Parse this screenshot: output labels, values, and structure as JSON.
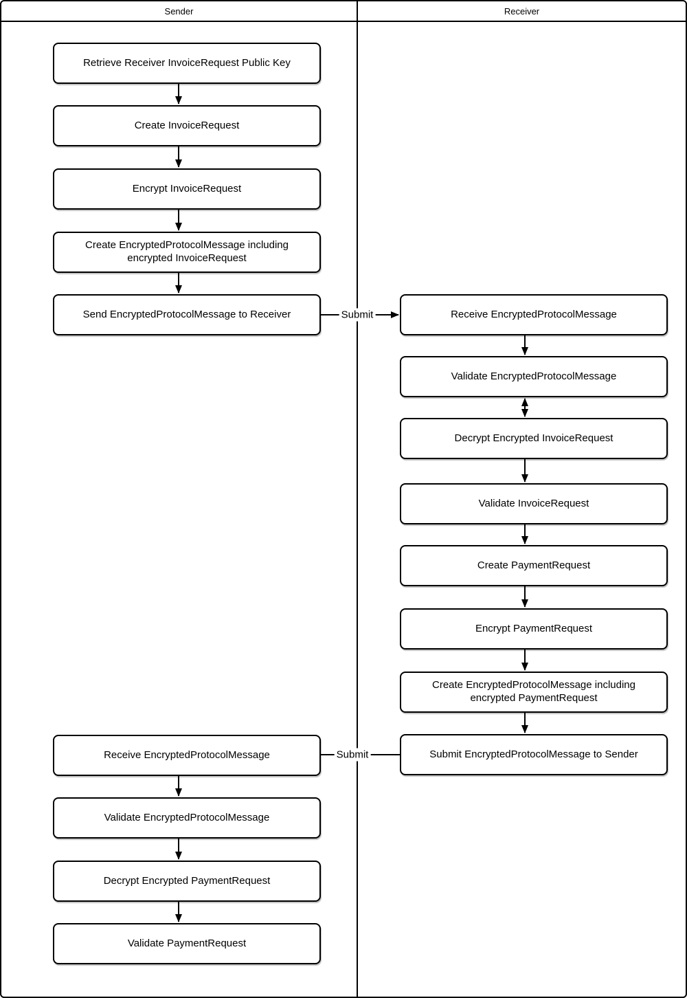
{
  "lanes": {
    "sender": "Sender",
    "receiver": "Receiver"
  },
  "nodes": {
    "sender": [
      {
        "id": "retrieve-receiver-public-key",
        "label": "Retrieve Receiver InvoiceRequest Public Key"
      },
      {
        "id": "create-invoicerequest",
        "label": "Create InvoiceRequest"
      },
      {
        "id": "encrypt-invoicerequest",
        "label": "Encrypt InvoiceRequest"
      },
      {
        "id": "create-epm-invoicerequest",
        "label": "Create EncryptedProtocolMessage including encrypted InvoiceRequest"
      },
      {
        "id": "send-epm-to-receiver",
        "label": "Send EncryptedProtocolMessage to Receiver"
      },
      {
        "id": "receive-epm",
        "label": "Receive EncryptedProtocolMessage"
      },
      {
        "id": "validate-epm",
        "label": "Validate EncryptedProtocolMessage"
      },
      {
        "id": "decrypt-encrypted-paymentrequest",
        "label": "Decrypt Encrypted PaymentRequest"
      },
      {
        "id": "validate-paymentrequest",
        "label": "Validate PaymentRequest"
      }
    ],
    "receiver": [
      {
        "id": "receive-epm",
        "label": "Receive EncryptedProtocolMessage"
      },
      {
        "id": "validate-epm",
        "label": "Validate EncryptedProtocolMessage"
      },
      {
        "id": "decrypt-encrypted-invoicerequest",
        "label": "Decrypt Encrypted InvoiceRequest"
      },
      {
        "id": "validate-invoicerequest",
        "label": "Validate InvoiceRequest"
      },
      {
        "id": "create-paymentrequest",
        "label": "Create PaymentRequest"
      },
      {
        "id": "encrypt-paymentrequest",
        "label": "Encrypt PaymentRequest"
      },
      {
        "id": "create-epm-paymentrequest",
        "label": "Create EncryptedProtocolMessage including encrypted PaymentRequest"
      },
      {
        "id": "submit-epm-to-sender",
        "label": "Submit EncryptedProtocolMessage to Sender"
      }
    ]
  },
  "edge_labels": {
    "submit_to_receiver": "Submit",
    "submit_to_sender": "Submit"
  },
  "colors": {
    "stroke": "#000000",
    "fill": "#ffffff"
  }
}
